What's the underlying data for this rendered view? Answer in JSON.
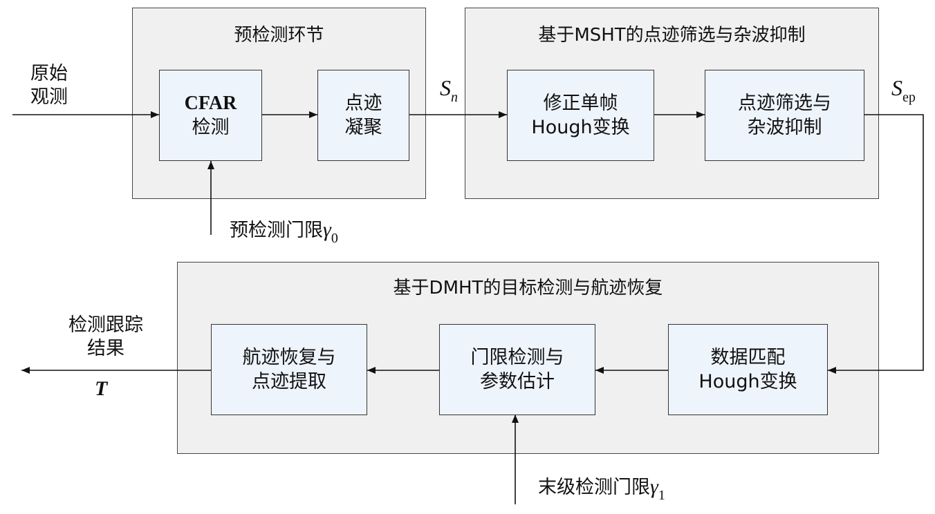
{
  "groups": {
    "predetect": {
      "title": "预检测环节"
    },
    "mssht": {
      "title": "基于MSHT的点迹筛选与杂波抑制"
    },
    "dmht": {
      "title": "基于DMHT的目标检测与航迹恢复"
    }
  },
  "boxes": {
    "cfar": {
      "line1": "CFAR",
      "line2": "检测"
    },
    "cluster": {
      "line1": "点迹",
      "line2": "凝聚"
    },
    "single_hough": {
      "line1": "修正单帧",
      "line2": "Hough变换"
    },
    "screen": {
      "line1": "点迹筛选与",
      "line2": "杂波抑制"
    },
    "match_hough": {
      "line1": "数据匹配",
      "line2": "Hough变换"
    },
    "threshold_detect": {
      "line1": "门限检测与",
      "line2": "参数估计"
    },
    "track_recovery": {
      "line1": "航迹恢复与",
      "line2": "点迹提取"
    }
  },
  "labels": {
    "raw_line1": "原始",
    "raw_line2": "观测",
    "sn_main": "S",
    "sn_sub": "n",
    "sep_main": "S",
    "sep_sub": "ep",
    "pre_threshold": "预检测门限",
    "gamma0_main": "γ",
    "gamma0_sub": "0",
    "final_threshold": "末级检测门限",
    "gamma1_main": "γ",
    "gamma1_sub": "1",
    "result_line1": "检测跟踪",
    "result_line2": "结果",
    "result_symbol": "T"
  }
}
